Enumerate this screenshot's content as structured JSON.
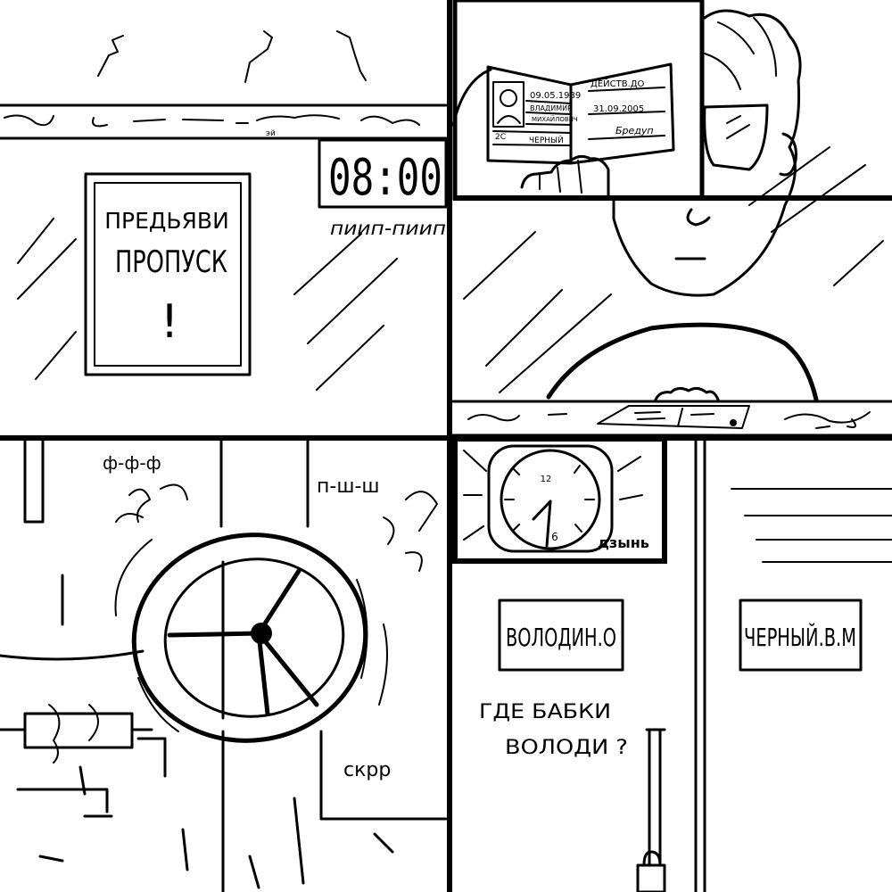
{
  "panel1": {
    "sign": {
      "line1": "ПРЕДЬЯВИ",
      "line2": "ПРОПУСК",
      "line3": "!"
    },
    "clock_time": "08:00",
    "clock_sound": "пиип-пиип",
    "counter_scribble": "эй"
  },
  "panel2": {
    "passport": {
      "date_issued": "09.05.1989",
      "first_name": "ВЛАДИМИР",
      "patronymic": "МИХАЙЛОВИЧ",
      "surname": "ЧЕРНЫЙ",
      "code": "2С",
      "valid_label": "ДЕЙСТВ.ДО",
      "valid_until": "31.09.2005",
      "signature": "Бредуп"
    }
  },
  "panel3": {
    "sound_left": "ф-ф-ф",
    "sound_right": "п-ш-ш",
    "sound_creak": "скрр"
  },
  "panel4": {
    "clock_number_12": "12",
    "clock_number_6": "6",
    "clock_sound": "дзынь",
    "locker_left_label": "ВОЛОДИН.О",
    "locker_right_label": "ЧЕРНЫЙ.В.М",
    "thought": {
      "line1": "ГДЕ БАБКИ",
      "line2": "ВОЛОДИ ?"
    }
  }
}
